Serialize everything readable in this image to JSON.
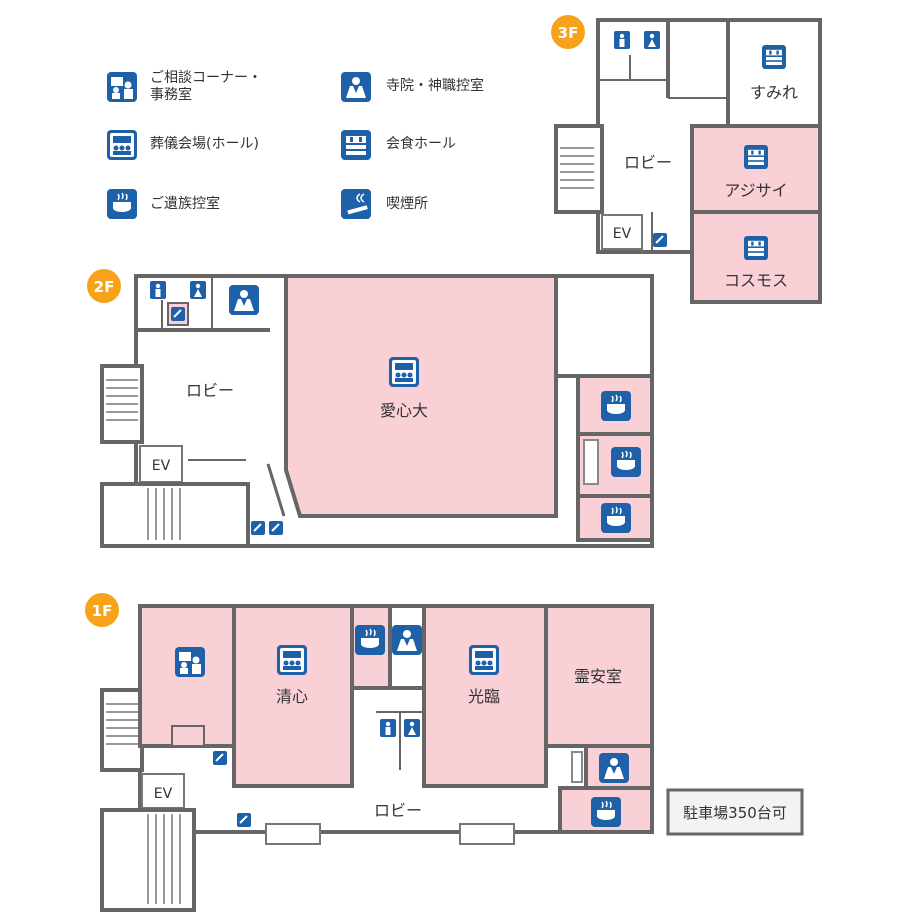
{
  "legend": {
    "consultation": "ご相談コーナー・\n事務室",
    "funeral_hall": "葬儀会場(ホール)",
    "family_room": "ご遺族控室",
    "priest_room": "寺院・神職控室",
    "dining_hall": "会食ホール",
    "smoking": "喫煙所"
  },
  "floors": {
    "f3": {
      "badge": "3F",
      "rooms": {
        "sumire": "すみれ",
        "ajisai": "アジサイ",
        "cosmos": "コスモス",
        "lobby": "ロビー",
        "ev": "EV"
      }
    },
    "f2": {
      "badge": "2F",
      "rooms": {
        "aishindai": "愛心大",
        "lobby": "ロビー",
        "ev": "EV"
      }
    },
    "f1": {
      "badge": "1F",
      "rooms": {
        "seishin": "清心",
        "korin": "光臨",
        "reianshitsu": "霊安室",
        "lobby": "ロビー",
        "ev": "EV"
      }
    }
  },
  "parking": "駐車場350台可",
  "colors": {
    "room_pink": "#f9d0d5",
    "icon_blue": "#1e61a8",
    "badge_orange": "#f6a21a",
    "wall": "#666666"
  }
}
